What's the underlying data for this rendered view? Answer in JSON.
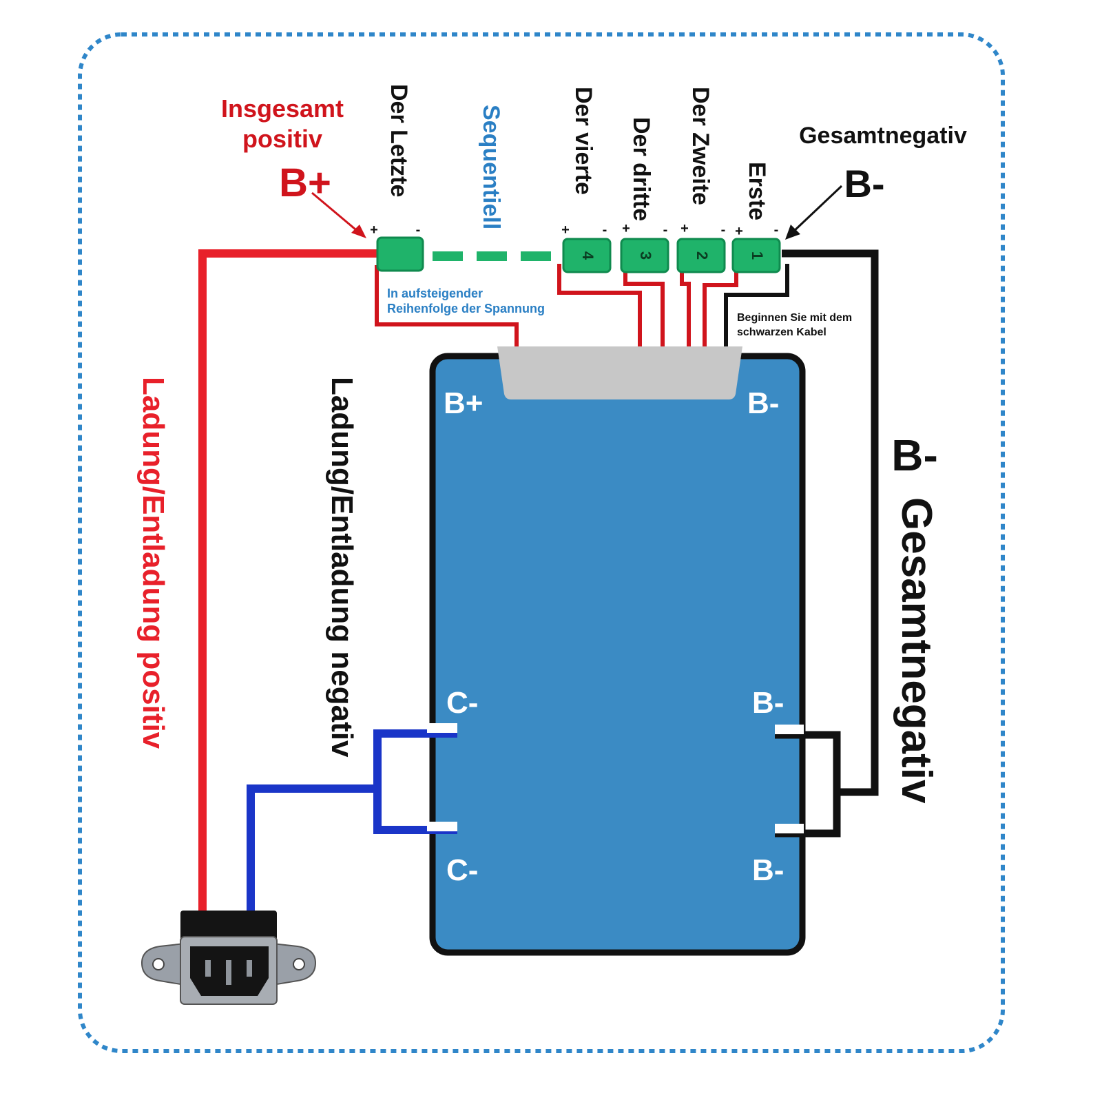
{
  "labels": {
    "total_positive_line1": "Insgesamt",
    "total_positive_line2": "positiv",
    "b_plus_top": "B+",
    "b_minus_top": "B-",
    "total_negative_top": "Gesamtnegativ",
    "cell_last": "Der Letzte",
    "sequential": "Sequentiell",
    "cell_fourth": "Der vierte",
    "cell_third": "Der dritte",
    "cell_second": "Der Zweite",
    "cell_first": "Erste",
    "ascending_line1": "In aufsteigender",
    "ascending_line2": "Reihenfolge der Spannung",
    "start_black_line1": "Beginnen Sie mit dem",
    "start_black_line2": "schwarzen Kabel",
    "charge_discharge_positive": "Ladung/Entladung positiv",
    "charge_discharge_negative": "Ladung/Entladung negativ",
    "b_minus_right": "B-",
    "total_negative_right": "Gesamtnegativ",
    "plus_sign": "+",
    "minus_sign": "-"
  },
  "cells": [
    {
      "number": "4"
    },
    {
      "number": "3"
    },
    {
      "number": "2"
    },
    {
      "number": "1"
    }
  ],
  "board": {
    "b_plus": "B+",
    "b_minus_top": "B-",
    "c_minus_1": "C-",
    "c_minus_2": "C-",
    "b_minus_1": "B-",
    "b_minus_2": "B-"
  },
  "colors": {
    "red_wire": "#e8202a",
    "red_text": "#d0141c",
    "blue_wire": "#1a35c8",
    "black_wire": "#111111",
    "board": "#3b8bc4",
    "connector": "#c7c7c7",
    "cell": "#1fb36a",
    "blue_text": "#2a7fc4",
    "border": "#2f86c9"
  }
}
